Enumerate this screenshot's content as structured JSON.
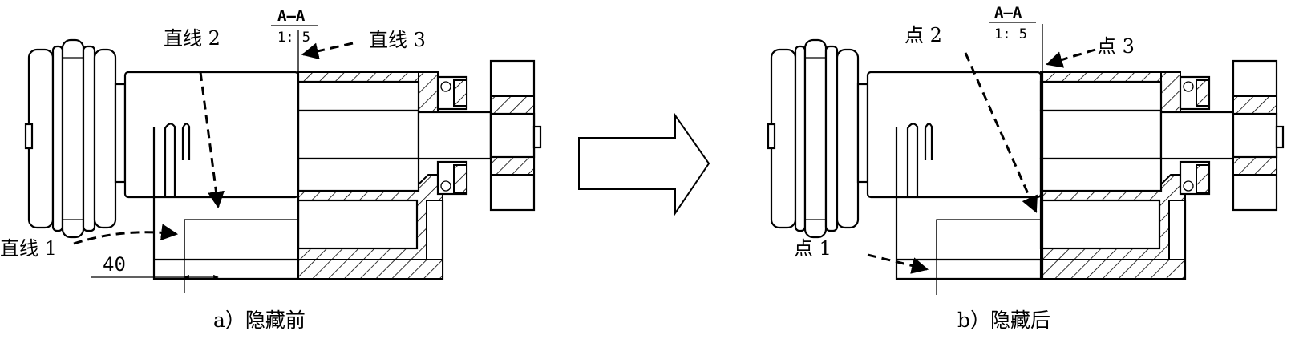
{
  "panel_a": {
    "section": "A—A",
    "scale": "1: 5",
    "line1": "直线 1",
    "line2": "直线 2",
    "line3": "直线 3",
    "dimension": "40",
    "caption": "a）隐藏前"
  },
  "panel_b": {
    "section": "A—A",
    "scale": "1: 5",
    "point1": "点 1",
    "point2": "点 2",
    "point3": "点 3",
    "caption": "b）隐藏后"
  },
  "arrow_icon": "right-block-arrow-icon"
}
